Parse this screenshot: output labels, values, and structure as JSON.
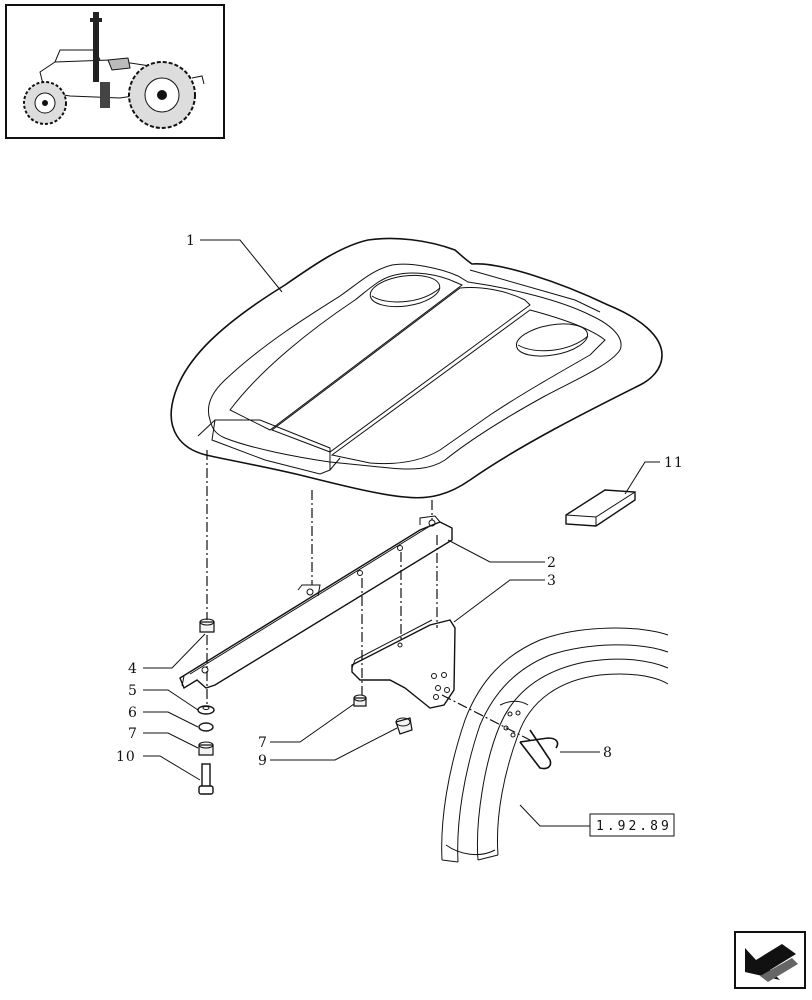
{
  "callouts": {
    "c1": "1",
    "c2": "2",
    "c3": "3",
    "c4": "4",
    "c5": "5",
    "c6": "6",
    "c7a": "7",
    "c7b": "7",
    "c8": "8",
    "c9": "9",
    "c10": "10",
    "c11": "11"
  },
  "reference": {
    "label": "1.92.89"
  },
  "icons": {
    "thumbnail": "tractor-thumbnail-icon",
    "nav": "arrow-back-icon"
  }
}
